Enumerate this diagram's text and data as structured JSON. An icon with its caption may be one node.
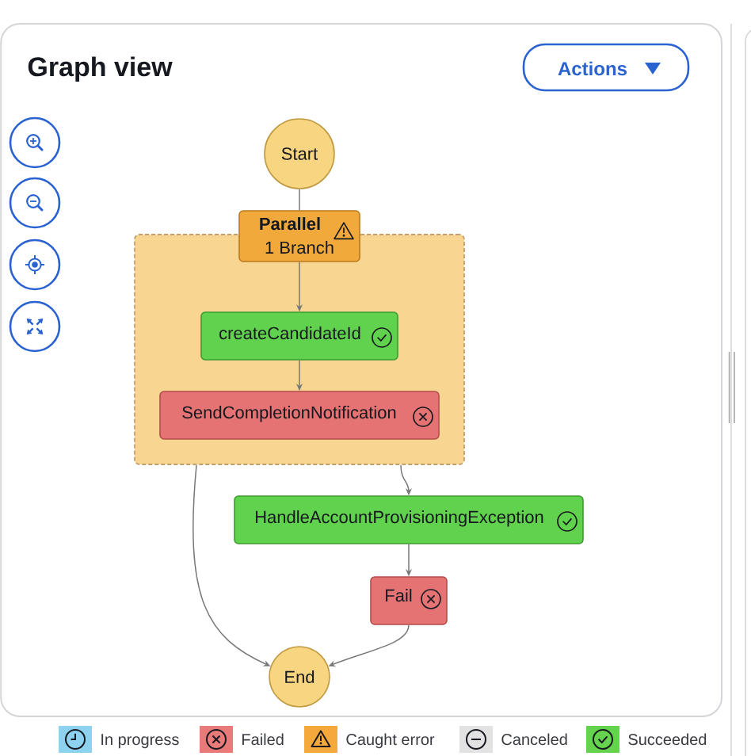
{
  "diagram": {
    "title": "Graph view",
    "nodes": [
      {
        "text": [
          "Start"
        ]
      },
      {
        "text": [
          "Parallel",
          "1 Branch"
        ]
      },
      {
        "text": [],
        "shape": "box"
      },
      {
        "text": [
          "createCandidateId"
        ],
        "in": 2
      },
      {
        "text": [
          "SendCompletionNotification"
        ],
        "in": 2
      },
      {
        "text": [
          "HandleAccountProvisioningException"
        ]
      },
      {
        "text": [
          "Fail"
        ]
      },
      {
        "text": [
          "End"
        ]
      }
    ],
    "edges": [
      {
        "from": 0,
        "to": 1,
        "arrow": "none"
      },
      {
        "from": 1,
        "to": 3,
        "arrow": "to"
      },
      {
        "from": 3,
        "to": 4,
        "arrow": "to"
      },
      {
        "from": 2,
        "to": 5,
        "arrow": "to"
      },
      {
        "from": 2,
        "to": 7,
        "arrow": "to"
      },
      {
        "from": 5,
        "to": 6,
        "arrow": "to"
      },
      {
        "from": 6,
        "to": 7,
        "arrow": "to"
      }
    ],
    "labels": [
      "Actions"
    ],
    "legend": [
      {
        "text": "In progress",
        "color": "#8dd3f0"
      },
      {
        "text": "Failed",
        "color": "#e97a7a"
      },
      {
        "text": "Caught error",
        "color": "#f5a93b"
      },
      {
        "text": "Canceled",
        "color": "#e2e2e2"
      },
      {
        "text": "Succeeded",
        "color": "#66d34f"
      }
    ]
  }
}
